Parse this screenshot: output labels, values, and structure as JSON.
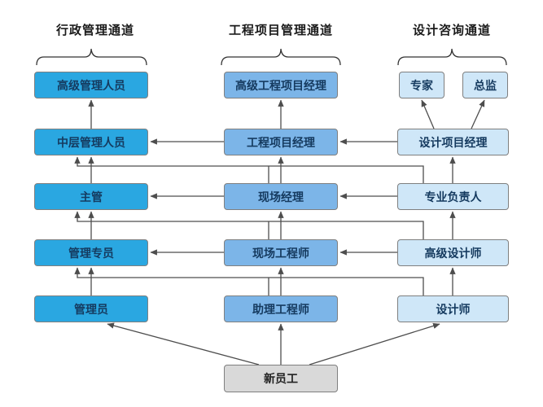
{
  "channels": [
    {
      "title": "行政管理通道",
      "levels": [
        "高级管理人员",
        "中层管理人员",
        "主管",
        "管理专员",
        "管理员"
      ]
    },
    {
      "title": "工程项目管理通道",
      "levels": [
        "高级工程项目经理",
        "工程项目经理",
        "现场经理",
        "现场工程师",
        "助理工程师"
      ]
    },
    {
      "title": "设计咨询通道",
      "top_levels": [
        "专家",
        "总监"
      ],
      "levels": [
        "设计项目经理",
        "专业负责人",
        "高级设计师",
        "设计师"
      ]
    }
  ],
  "entry": {
    "label": "新员工"
  },
  "colors": {
    "admin_channel": "#2AA7E1",
    "project_channel": "#7CB5E8",
    "design_channel": "#CFE7F8",
    "entry": "#D9D9D9",
    "box_border": "#7F7F7F",
    "arrow": "#4D4D4D",
    "box_text": "#153A5F"
  },
  "edges": [
    {
      "from": "管理员",
      "to": "管理专员"
    },
    {
      "from": "管理专员",
      "to": "主管"
    },
    {
      "from": "主管",
      "to": "中层管理人员"
    },
    {
      "from": "中层管理人员",
      "to": "高级管理人员"
    },
    {
      "from": "助理工程师",
      "to": "现场工程师"
    },
    {
      "from": "现场工程师",
      "to": "现场经理"
    },
    {
      "from": "现场经理",
      "to": "工程项目经理"
    },
    {
      "from": "工程项目经理",
      "to": "高级工程项目经理"
    },
    {
      "from": "设计师",
      "to": "高级设计师"
    },
    {
      "from": "高级设计师",
      "to": "专业负责人"
    },
    {
      "from": "专业负责人",
      "to": "设计项目经理"
    },
    {
      "from": "设计项目经理",
      "to": "专家"
    },
    {
      "from": "设计项目经理",
      "to": "总监"
    },
    {
      "from": "工程项目经理",
      "to": "中层管理人员"
    },
    {
      "from": "设计项目经理",
      "to": "工程项目经理"
    },
    {
      "from": "现场经理",
      "to": "主管"
    },
    {
      "from": "专业负责人",
      "to": "现场经理"
    },
    {
      "from": "现场工程师",
      "to": "管理专员"
    },
    {
      "from": "高级设计师",
      "to": "现场工程师"
    },
    {
      "from": "专业负责人",
      "to": "中层管理人员"
    },
    {
      "from": "现场经理",
      "to": "中层管理人员"
    },
    {
      "from": "高级设计师",
      "to": "主管"
    },
    {
      "from": "现场工程师",
      "to": "主管"
    },
    {
      "from": "设计师",
      "to": "管理专员"
    },
    {
      "from": "助理工程师",
      "to": "管理专员"
    },
    {
      "from": "新员工",
      "to": "管理员"
    },
    {
      "from": "新员工",
      "to": "助理工程师"
    },
    {
      "from": "新员工",
      "to": "设计师"
    }
  ]
}
